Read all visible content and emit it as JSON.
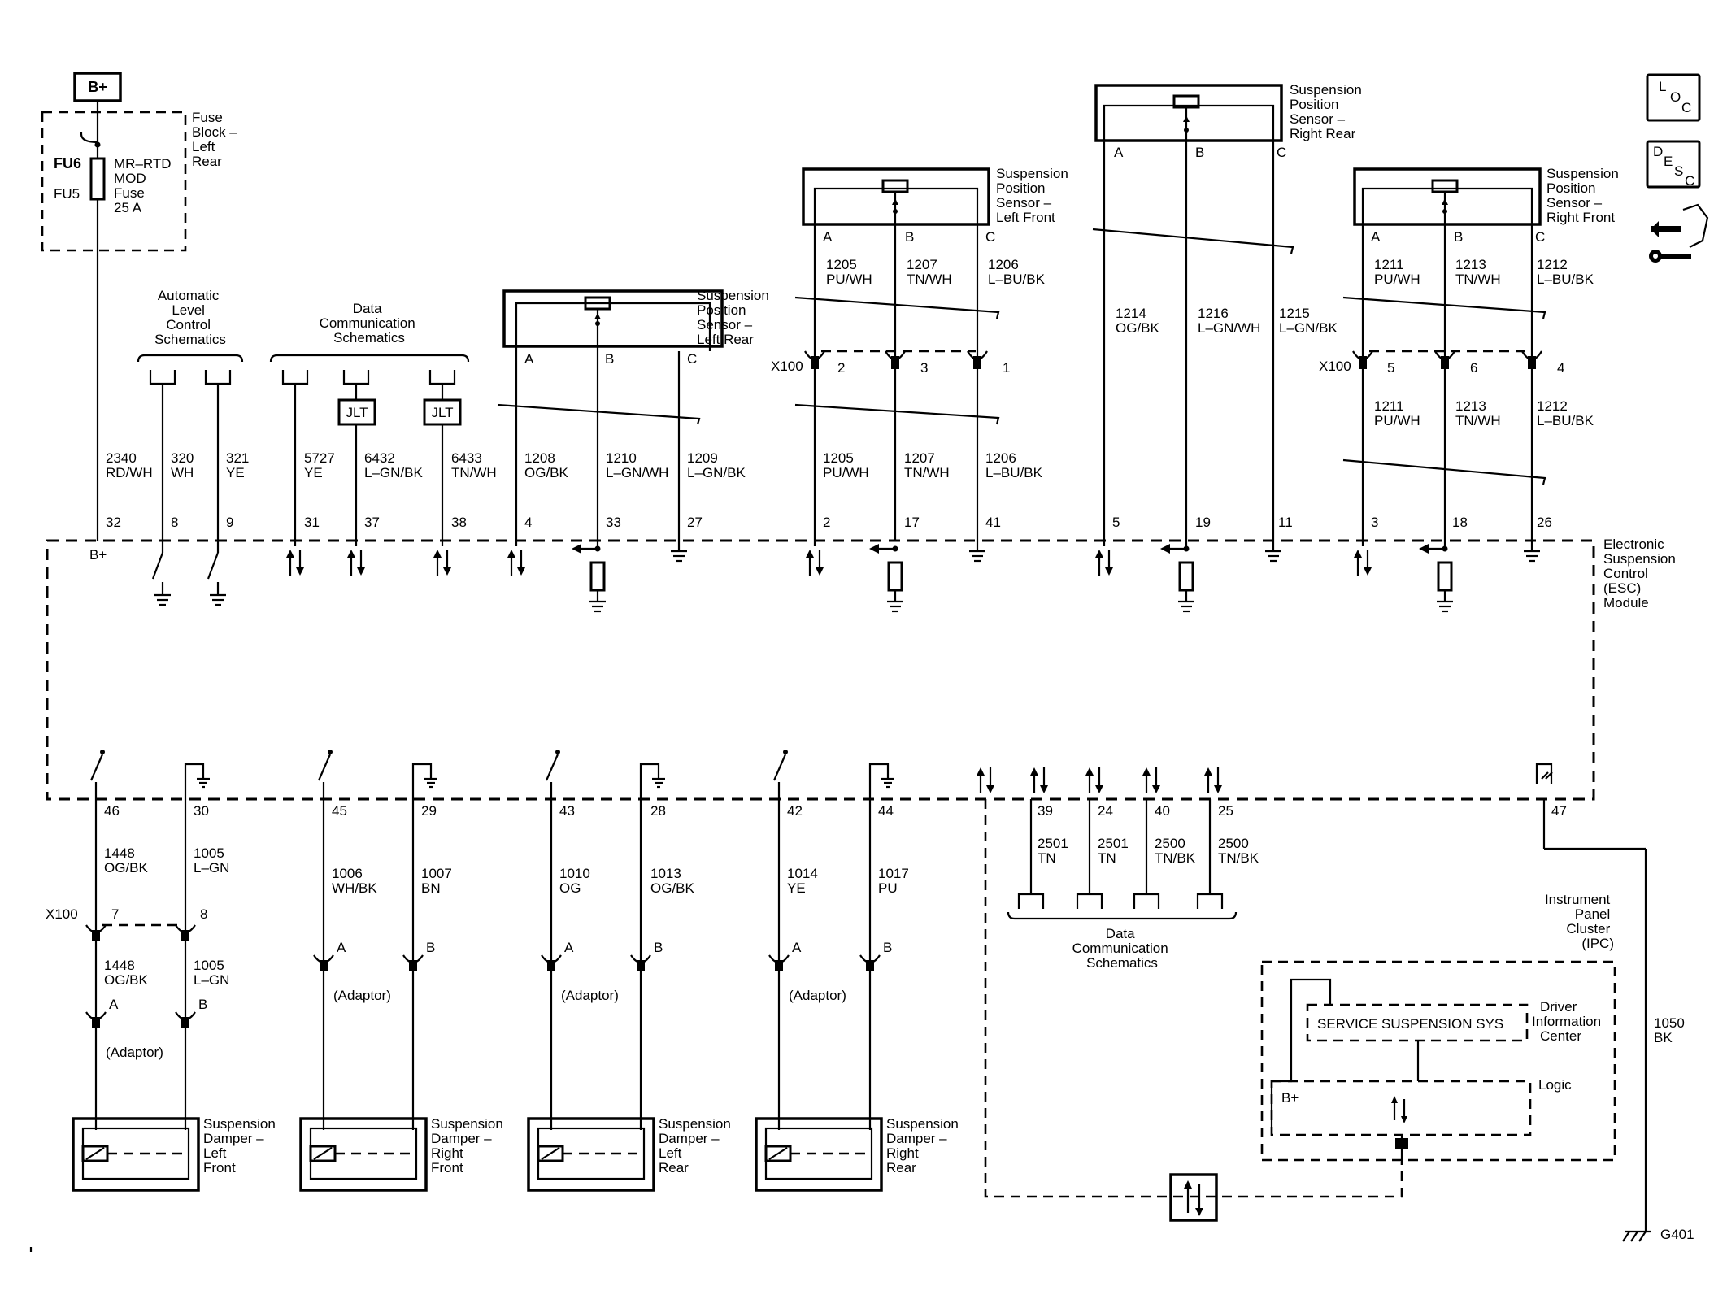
{
  "battery_label": "B+",
  "fuse_block": {
    "title": [
      "Fuse",
      "Block –",
      "Left",
      "Rear"
    ],
    "fu6": "FU6",
    "fu5": "FU5",
    "fuse_text": [
      "MR–RTD",
      "MOD",
      "Fuse",
      "25 A"
    ]
  },
  "ref_groups": {
    "alc": [
      "Automatic",
      "Level",
      "Control",
      "Schematics"
    ],
    "data_comm_top": [
      "Data",
      "Communication",
      "Schematics"
    ],
    "data_comm_bottom": [
      "Data",
      "Communication",
      "Schematics"
    ]
  },
  "jlt": "JLT",
  "x100": "X100",
  "adaptor": "(Adaptor)",
  "module": {
    "name": [
      "Electronic",
      "Suspension",
      "Control",
      "(ESC)",
      "Module"
    ],
    "bplus": "B+"
  },
  "sensors": {
    "left_rear": [
      "Suspension",
      "Position",
      "Sensor –",
      "Left Rear"
    ],
    "left_front": [
      "Suspension",
      "Position",
      "Sensor –",
      "Left Front"
    ],
    "right_rear": [
      "Suspension",
      "Position",
      "Sensor –",
      "Right Rear"
    ],
    "right_front": [
      "Suspension",
      "Position",
      "Sensor –",
      "Right Front"
    ]
  },
  "dampers": {
    "left_front": [
      "Suspension",
      "Damper –",
      "Left",
      "Front"
    ],
    "right_front": [
      "Suspension",
      "Damper –",
      "Right",
      "Front"
    ],
    "left_rear": [
      "Suspension",
      "Damper –",
      "Left",
      "Rear"
    ],
    "right_rear": [
      "Suspension",
      "Damper –",
      "Right",
      "Rear"
    ]
  },
  "top_circuits": [
    {
      "num": "2340",
      "color": "RD/WH",
      "pin": "32"
    },
    {
      "num": "320",
      "color": "WH",
      "pin": "8"
    },
    {
      "num": "321",
      "color": "YE",
      "pin": "9"
    },
    {
      "num": "5727",
      "color": "YE",
      "pin": "31"
    },
    {
      "num": "6432",
      "color": "L–GN/BK",
      "pin": "37"
    },
    {
      "num": "6433",
      "color": "TN/WH",
      "pin": "38"
    },
    {
      "num": "1208",
      "color": "OG/BK",
      "pin": "4"
    },
    {
      "num": "1210",
      "color": "L–GN/WH",
      "pin": "33"
    },
    {
      "num": "1209",
      "color": "L–GN/BK",
      "pin": "27"
    },
    {
      "num": "1205",
      "color": "PU/WH",
      "pin": "2"
    },
    {
      "num": "1207",
      "color": "TN/WH",
      "pin": "17"
    },
    {
      "num": "1206",
      "color": "L–BU/BK",
      "pin": "41"
    },
    {
      "num": "1214",
      "color": "OG/BK",
      "pin": "5"
    },
    {
      "num": "1216",
      "color": "L–GN/WH",
      "pin": "19"
    },
    {
      "num": "1215",
      "color": "L–GN/BK",
      "pin": "11"
    },
    {
      "num": "1211",
      "color": "PU/WH",
      "pin": "3"
    },
    {
      "num": "1213",
      "color": "TN/WH",
      "pin": "18"
    },
    {
      "num": "1212",
      "color": "L–BU/BK",
      "pin": "26"
    }
  ],
  "sensor_pins": [
    "A",
    "B",
    "C"
  ],
  "x100_top_left": [
    "2",
    "3",
    "1"
  ],
  "x100_top_right": [
    "5",
    "6",
    "4"
  ],
  "bottom_circuits": [
    {
      "pin": "46",
      "num": "1448",
      "color": "OG/BK"
    },
    {
      "pin": "30",
      "num": "1005",
      "color": "L–GN"
    },
    {
      "pin": "45",
      "num": "1006",
      "color": "WH/BK"
    },
    {
      "pin": "29",
      "num": "1007",
      "color": "BN"
    },
    {
      "pin": "43",
      "num": "1010",
      "color": "OG"
    },
    {
      "pin": "28",
      "num": "1013",
      "color": "OG/BK"
    },
    {
      "pin": "42",
      "num": "1014",
      "color": "YE"
    },
    {
      "pin": "44",
      "num": "1017",
      "color": "PU"
    }
  ],
  "x100_bottom": [
    "7",
    "8"
  ],
  "lower_circuits": [
    {
      "num": "1448",
      "color": "OG/BK"
    },
    {
      "num": "1005",
      "color": "L–GN"
    }
  ],
  "connector_pins": [
    "A",
    "B"
  ],
  "data_lines": [
    {
      "pin": "39",
      "num": "2501",
      "color": "TN"
    },
    {
      "pin": "24",
      "num": "2501",
      "color": "TN"
    },
    {
      "pin": "40",
      "num": "2500",
      "color": "TN/BK"
    },
    {
      "pin": "25",
      "num": "2500",
      "color": "TN/BK"
    }
  ],
  "ground_wire": {
    "pin": "47",
    "num": "1050",
    "color": "BK",
    "ground": "G401"
  },
  "ipc": {
    "name": [
      "Instrument",
      "Panel",
      "Cluster",
      "(IPC)"
    ],
    "message": "SERVICE SUSPENSION SYS",
    "dic": [
      "Driver",
      "Information",
      "Center"
    ],
    "logic": "Logic",
    "bplus": "B+"
  },
  "icons": [
    "loc-icon",
    "desc-icon",
    "connector-view-icon"
  ],
  "loc_letters": [
    "L",
    "O",
    "C"
  ],
  "desc_letters": [
    "D",
    "E",
    "S",
    "C"
  ]
}
